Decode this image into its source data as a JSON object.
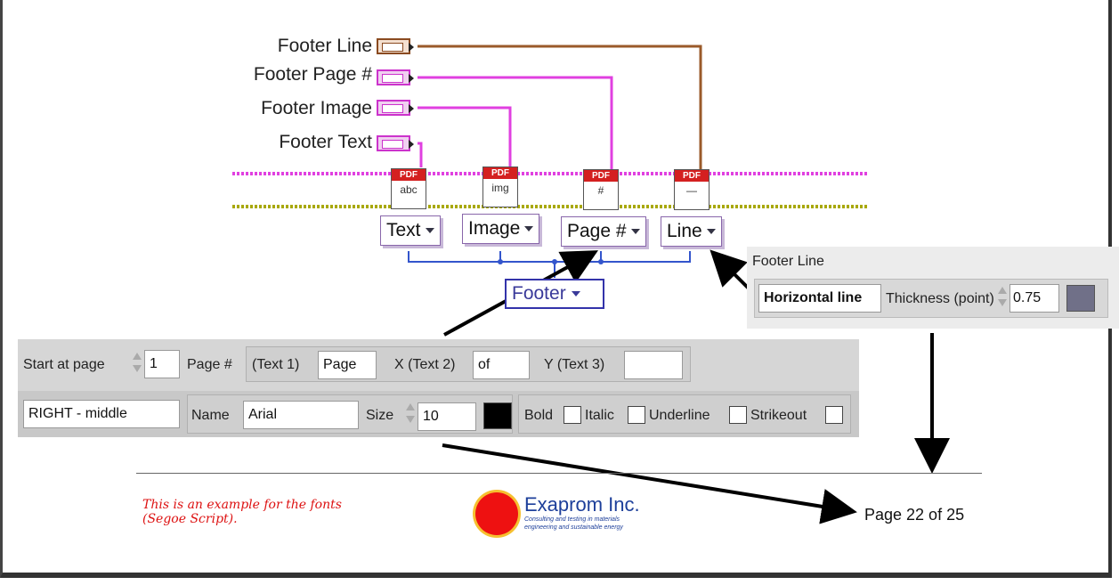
{
  "terminals": [
    {
      "label": "Footer Line"
    },
    {
      "label": "Footer Page #"
    },
    {
      "label": "Footer Image"
    },
    {
      "label": "Footer Text"
    }
  ],
  "vi_icons": [
    {
      "badge": "PDF",
      "glyph": "abc"
    },
    {
      "badge": "PDF",
      "glyph": "img"
    },
    {
      "badge": "PDF",
      "glyph": "#"
    },
    {
      "badge": "PDF",
      "glyph": "—"
    }
  ],
  "selectors": [
    "Text",
    "Image",
    "Page #",
    "Line"
  ],
  "footer_selector": "Footer",
  "line_panel": {
    "title": "Footer Line",
    "type_value": "Horizontal line",
    "thickness_label": "Thickness (point)",
    "thickness_value": "0.75",
    "color": "#707088"
  },
  "page_number_panel": {
    "start_label": "Start at page",
    "start_value": "1",
    "page_label": "Page #",
    "text1_label": "(Text 1)",
    "text1_value": "Page",
    "text2_label": "X (Text 2)",
    "text2_value": "of",
    "text3_label": "Y (Text 3)",
    "text3_value": "",
    "position_value": "RIGHT - middle",
    "name_label": "Name",
    "name_value": "Arial",
    "size_label": "Size",
    "size_value": "10",
    "font_color": "#000000",
    "bold_label": "Bold",
    "italic_label": "Italic",
    "underline_label": "Underline",
    "strikeout_label": "Strikeout"
  },
  "footer": {
    "script_line1": "This is an example for the fonts",
    "script_line2": "(Segoe Script).",
    "company": "Exaprom Inc.",
    "tagline1": "Consulting and testing in materials",
    "tagline2": "engineering and sustainable energy",
    "page_text": "Page 22 of 25"
  },
  "colors": {
    "wire_pink": "#e040e0",
    "wire_olive": "#a8a800",
    "wire_brown": "#9a5a2a",
    "wire_blue": "#3355cc"
  }
}
